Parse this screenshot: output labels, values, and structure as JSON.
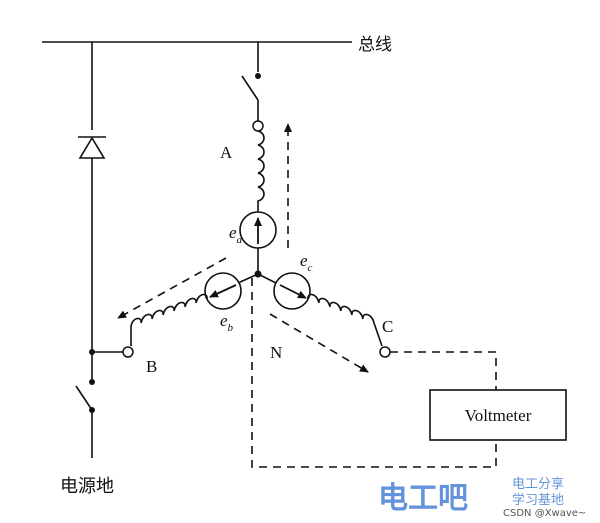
{
  "labels": {
    "bus": "总线",
    "ground": "电源地",
    "phase_a": "A",
    "phase_b": "B",
    "phase_c": "C",
    "neutral": "N",
    "ea_main": "e",
    "ea_sub": "a",
    "eb_main": "e",
    "eb_sub": "b",
    "ec_main": "e",
    "ec_sub": "c",
    "voltmeter": "Voltmeter"
  },
  "watermark": {
    "logo": "电工吧",
    "line1": "电工分享",
    "line2": "学习基地",
    "credit": "CSDN @Xwave~",
    "color_main": "#2f6fd0",
    "color_accent": "#d03a2a"
  }
}
